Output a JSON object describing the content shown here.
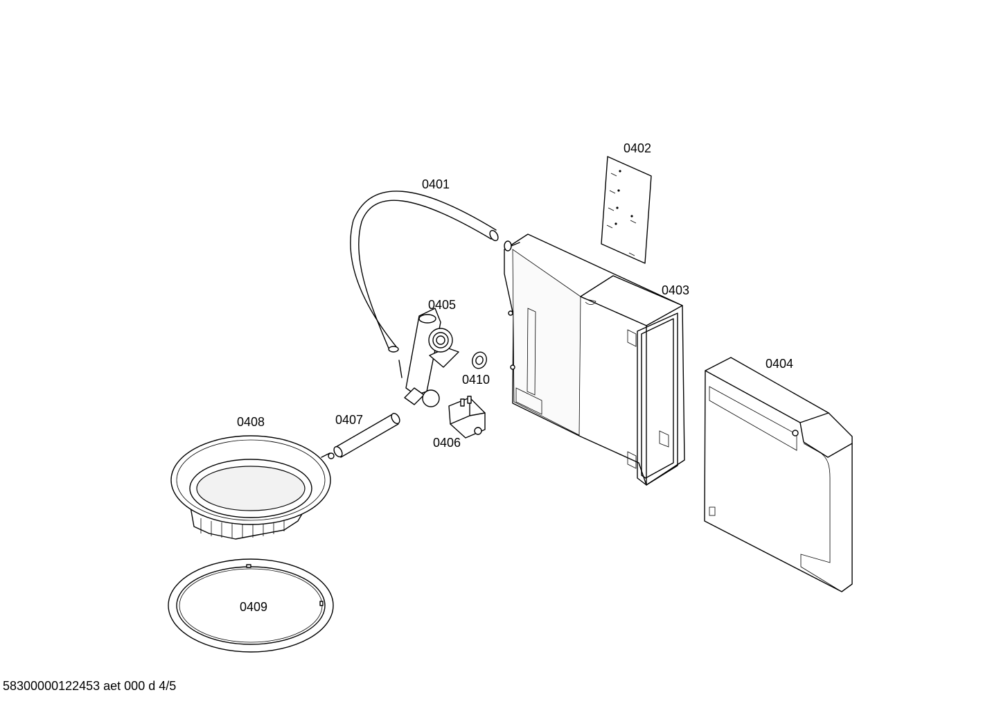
{
  "diagram": {
    "parts": [
      {
        "id": "0401",
        "label": "0401",
        "part": "hose"
      },
      {
        "id": "0402",
        "label": "0402",
        "part": "circuit-board"
      },
      {
        "id": "0403",
        "label": "0403",
        "part": "housing"
      },
      {
        "id": "0404",
        "label": "0404",
        "part": "cover"
      },
      {
        "id": "0405",
        "label": "0405",
        "part": "valve-bracket"
      },
      {
        "id": "0406",
        "label": "0406",
        "part": "solenoid-valve"
      },
      {
        "id": "0407",
        "label": "0407",
        "part": "tube"
      },
      {
        "id": "0408",
        "label": "0408",
        "part": "bowl"
      },
      {
        "id": "0409",
        "label": "0409",
        "part": "ring"
      },
      {
        "id": "0410",
        "label": "0410",
        "part": "washer"
      }
    ]
  },
  "footer": {
    "text": "58300000122453 aet 000 d 4/5"
  }
}
